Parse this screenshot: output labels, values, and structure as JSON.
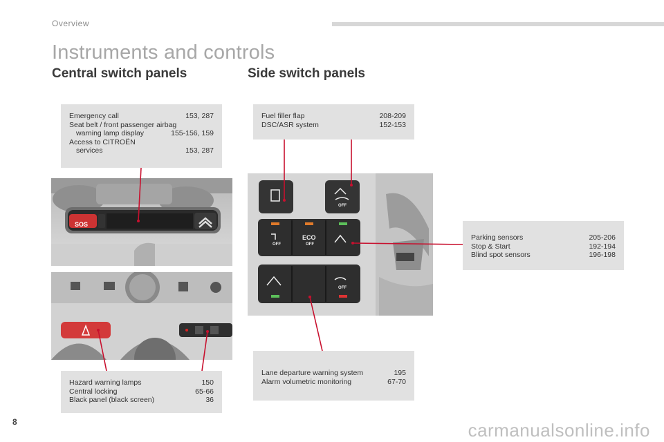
{
  "header": {
    "section": "Overview",
    "title": "Instruments and controls",
    "page_number": "8"
  },
  "central": {
    "heading": "Central switch panels",
    "top_callout": [
      {
        "label": "Emergency call",
        "ref": "153, 287",
        "indent": false
      },
      {
        "label": "Seat belt / front passenger airbag",
        "ref": "",
        "indent": false
      },
      {
        "label": "warning lamp display",
        "ref": "155-156, 159",
        "indent": true
      },
      {
        "label": "Access to CITROËN",
        "ref": "",
        "indent": false
      },
      {
        "label": "services",
        "ref": "153, 287",
        "indent": true
      }
    ],
    "bottom_callout": [
      {
        "label": "Hazard warning lamps",
        "ref": "150",
        "indent": false
      },
      {
        "label": "Central locking",
        "ref": "65-66",
        "indent": false
      },
      {
        "label": "Black panel (black screen)",
        "ref": "36",
        "indent": false
      }
    ],
    "photo1": {
      "sos_label": "SOS"
    }
  },
  "side": {
    "heading": "Side switch panels",
    "top_callout": [
      {
        "label": "Fuel filler flap",
        "ref": "208-209"
      },
      {
        "label": "DSC/ASR system",
        "ref": "152-153"
      }
    ],
    "right_callout": [
      {
        "label": "Parking sensors",
        "ref": "205-206"
      },
      {
        "label": "Stop & Start",
        "ref": "192-194"
      },
      {
        "label": "Blind spot sensors",
        "ref": "196-198"
      }
    ],
    "bottom_callout": [
      {
        "label": "Lane departure warning system",
        "ref": "195"
      },
      {
        "label": "Alarm volumetric monitoring",
        "ref": "67-70"
      }
    ],
    "buttons": {
      "off": "OFF",
      "eco": "ECO"
    }
  },
  "watermark": "carmanualsonline.info",
  "colors": {
    "leader": "#c8102e",
    "callout_bg": "#e1e1e1",
    "title": "#a7a7a7"
  }
}
